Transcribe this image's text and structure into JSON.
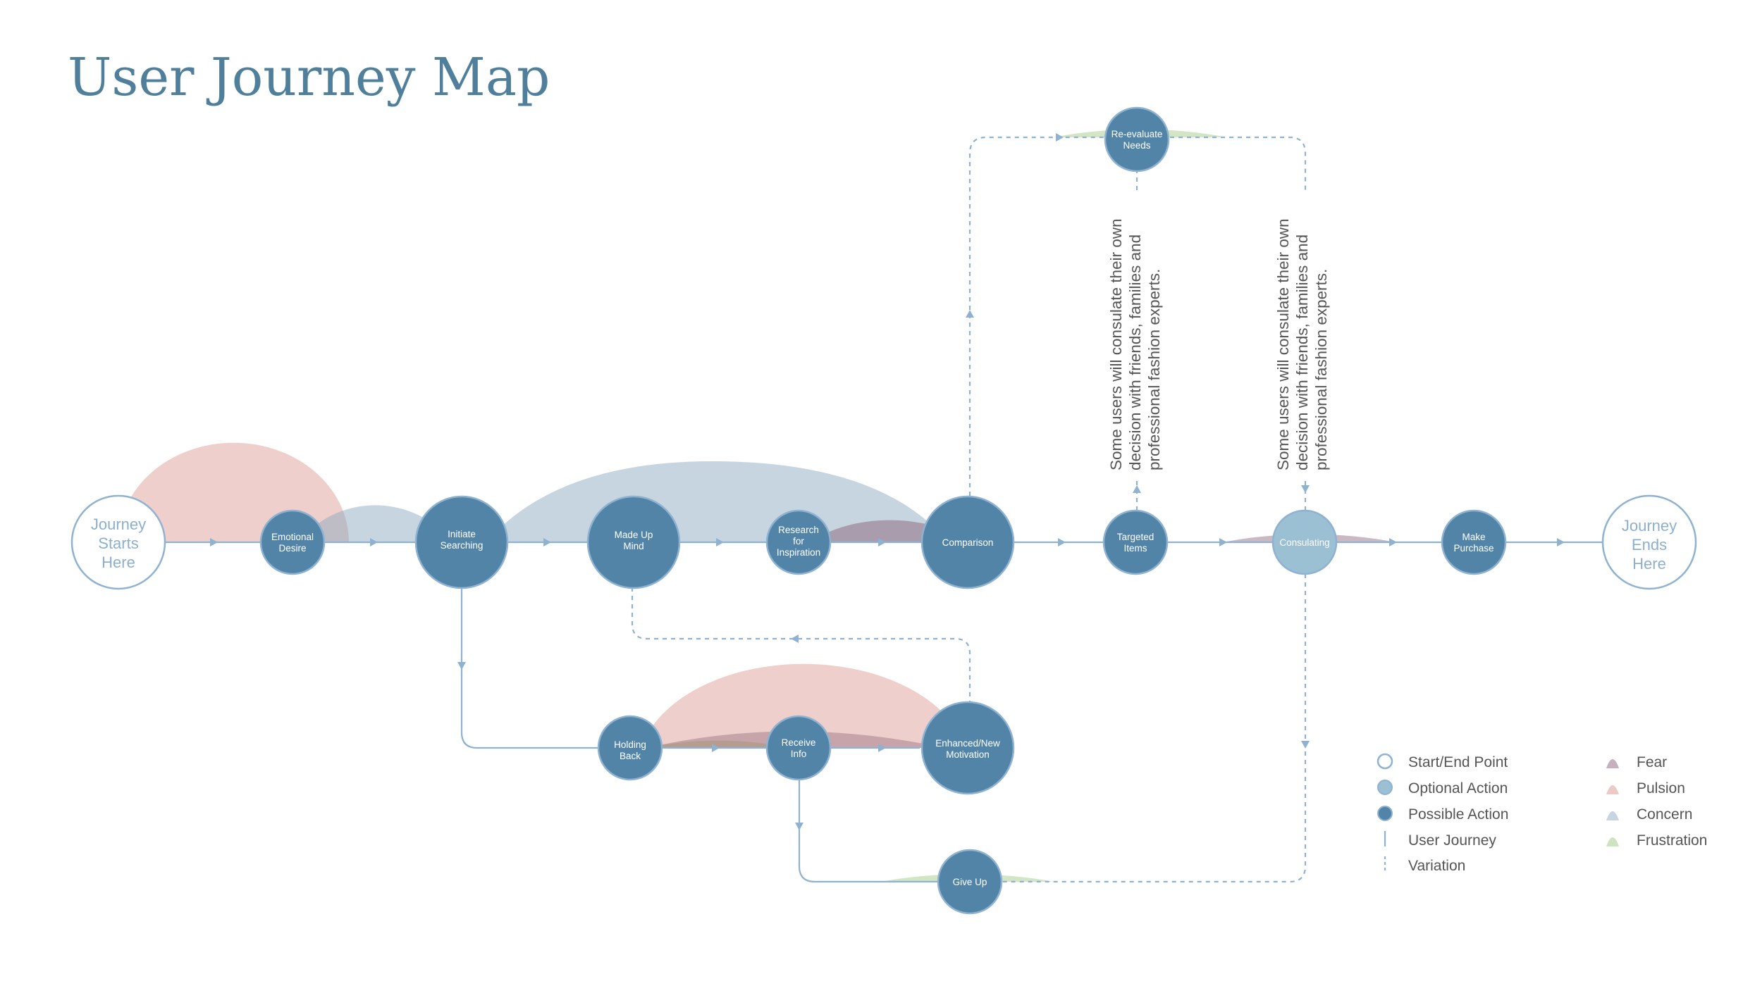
{
  "title": "User Journey Map",
  "colors": {
    "node": "#5284a8",
    "optional_node": "#9bbfd3",
    "line": "#8fb2d1",
    "fear": "#8b6377",
    "pulsion": "#d9958b",
    "concern": "#8eabc2",
    "frustration": "#a6cc8c"
  },
  "start": {
    "lines": [
      "Journey",
      "Starts",
      "Here"
    ]
  },
  "end": {
    "lines": [
      "Journey",
      "Ends",
      "Here"
    ]
  },
  "nodes": [
    {
      "id": "emotional-desire",
      "lines": [
        "Emotional",
        "Desire"
      ],
      "kind": "possible"
    },
    {
      "id": "initiate-searching",
      "lines": [
        "Initiate",
        "Searching"
      ],
      "kind": "possible"
    },
    {
      "id": "made-up-mind",
      "lines": [
        "Made Up",
        "Mind"
      ],
      "kind": "possible"
    },
    {
      "id": "research-for-inspiration",
      "lines": [
        "Research",
        "for",
        "Inspiration"
      ],
      "kind": "possible"
    },
    {
      "id": "comparison",
      "lines": [
        "Comparison"
      ],
      "kind": "possible"
    },
    {
      "id": "targeted-items",
      "lines": [
        "Targeted",
        "Items"
      ],
      "kind": "possible"
    },
    {
      "id": "consulating",
      "lines": [
        "Consulating"
      ],
      "kind": "optional"
    },
    {
      "id": "make-purchase",
      "lines": [
        "Make",
        "Purchase"
      ],
      "kind": "possible"
    },
    {
      "id": "re-evaluate-needs",
      "lines": [
        "Re-evaluate",
        "Needs"
      ],
      "kind": "possible"
    },
    {
      "id": "holding-back",
      "lines": [
        "Holding",
        "Back"
      ],
      "kind": "possible"
    },
    {
      "id": "receive-info",
      "lines": [
        "Receive",
        "Info"
      ],
      "kind": "possible"
    },
    {
      "id": "enhanced-new-motivation",
      "lines": [
        "Enhanced/New",
        "Motivation"
      ],
      "kind": "possible"
    },
    {
      "id": "give-up",
      "lines": [
        "Give Up"
      ],
      "kind": "possible"
    }
  ],
  "notes": [
    {
      "lines": [
        "Some users will consulate their own",
        "decision with friends, families and",
        "professional fashion experts."
      ]
    },
    {
      "lines": [
        "Some users will consulate their own",
        "decision with friends, families and",
        "professional fashion experts."
      ]
    }
  ],
  "legend": {
    "left": [
      {
        "icon": "open-circle-icon",
        "label": "Start/End Point"
      },
      {
        "icon": "light-circle-icon",
        "label": "Optional Action"
      },
      {
        "icon": "filled-circle-icon",
        "label": "Possible Action"
      },
      {
        "icon": "solid-line-icon",
        "label": "User Journey"
      },
      {
        "icon": "dashed-line-icon",
        "label": "Variation"
      }
    ],
    "right": [
      {
        "icon": "fear-mound-icon",
        "label": "Fear"
      },
      {
        "icon": "pulsion-mound-icon",
        "label": "Pulsion"
      },
      {
        "icon": "concern-mound-icon",
        "label": "Concern"
      },
      {
        "icon": "frustration-mound-icon",
        "label": "Frustration"
      }
    ]
  }
}
